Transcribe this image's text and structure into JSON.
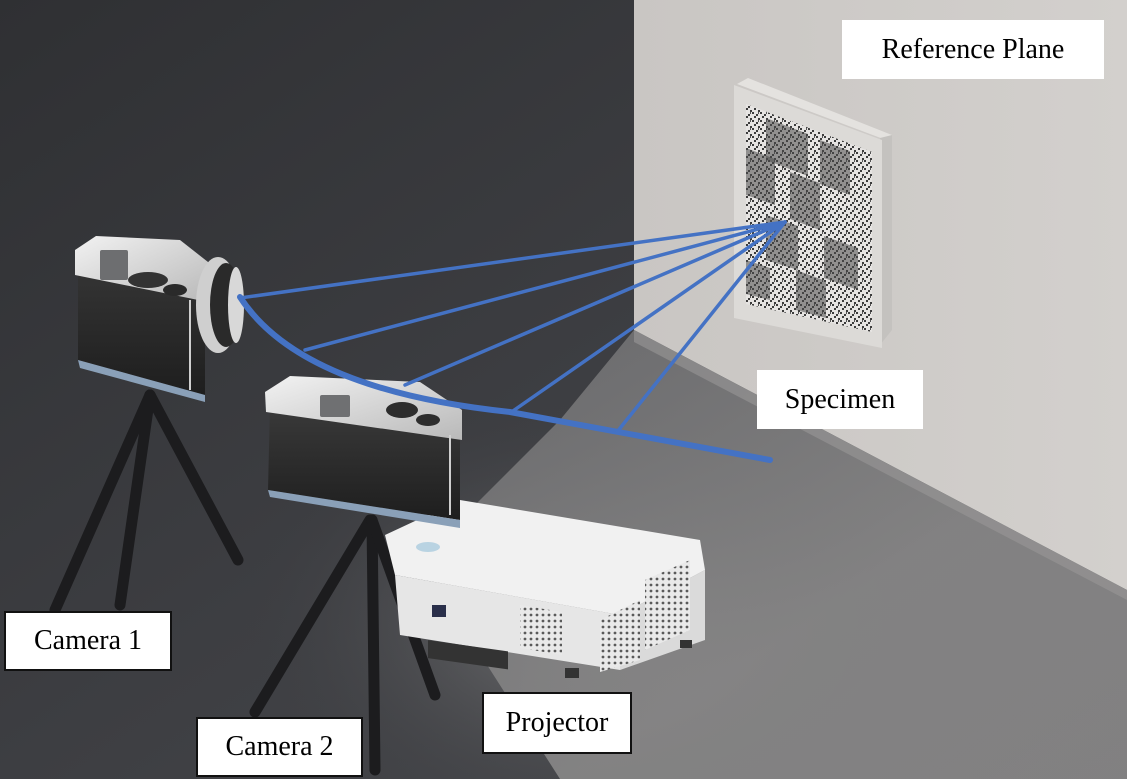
{
  "figure": {
    "type": "experimental setup schematic",
    "labels": {
      "reference_plane": "Reference Plane",
      "specimen": "Specimen",
      "camera_1": "Camera 1",
      "camera_2": "Camera 2",
      "projector": "Projector"
    },
    "colors": {
      "ray_blue": "#4472c4",
      "wall": "#d0cdca",
      "floor": "#8e8c8c",
      "backdrop_dark": "#3a3b3f",
      "label_bg": "#ffffff"
    },
    "rays": {
      "origin": "specimen center",
      "count": 5,
      "description": "Five lines from specimen speckle pattern to an arc sweeping from Camera 1 lens"
    }
  }
}
